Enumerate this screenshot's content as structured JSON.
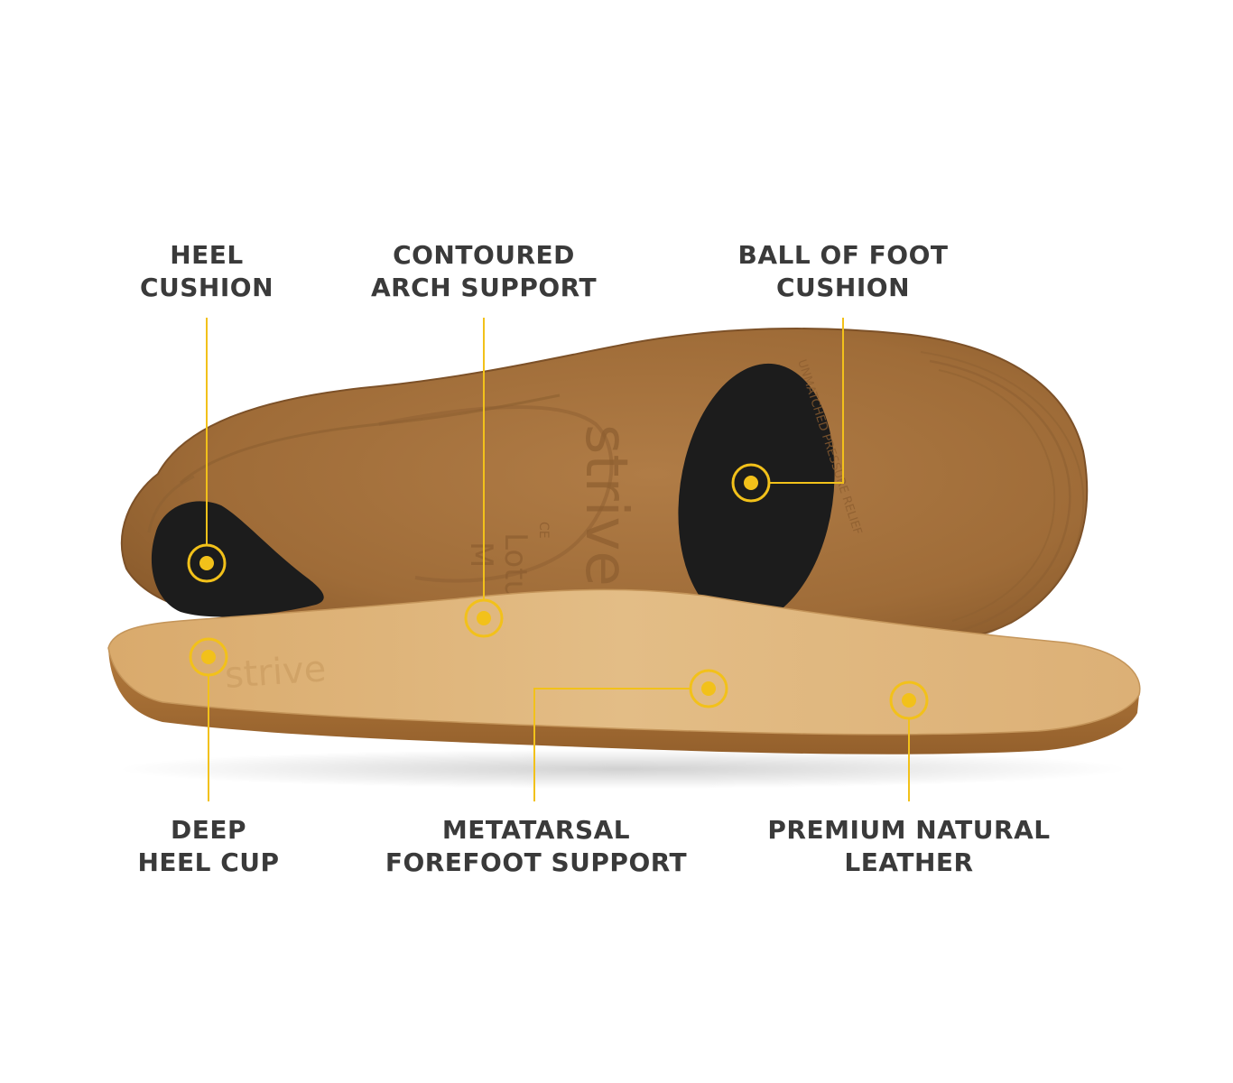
{
  "labels": {
    "heel_cushion": {
      "line1": "HEEL",
      "line2": "CUSHION"
    },
    "arch_support": {
      "line1": "CONTOURED",
      "line2": "ARCH SUPPORT"
    },
    "ball_of_foot": {
      "line1": "BALL OF FOOT",
      "line2": "CUSHION"
    },
    "deep_heel_cup": {
      "line1": "DEEP",
      "line2": "HEEL CUP"
    },
    "metatarsal": {
      "line1": "METATARSAL",
      "line2": "FOREFOOT SUPPORT"
    },
    "leather": {
      "line1": "PREMIUM NATURAL",
      "line2": "LEATHER"
    }
  },
  "product": {
    "brand_underside": "strive",
    "brand_top": "strive",
    "model_text_1": "Lotus",
    "model_text_2": "M",
    "ce_mark": "CE",
    "pressure_text": "UNMATCHED PRESSURE RELIEF"
  },
  "colors": {
    "accent": "#f2c11a",
    "label_text": "#3a3a3a",
    "sole_brown": "#a87440",
    "leather_tan": "#ddb277",
    "pad_black": "#1c1c1c"
  }
}
